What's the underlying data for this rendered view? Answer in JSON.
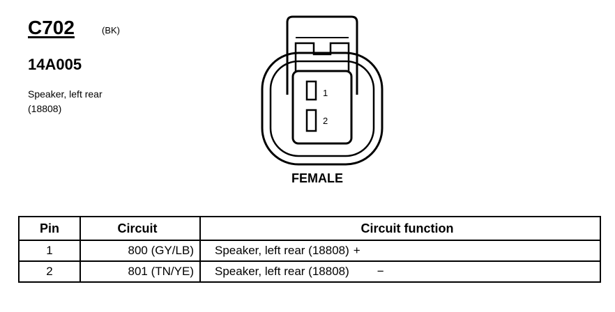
{
  "header": {
    "connector_id": "C702",
    "color_code": "(BK)",
    "part_number": "14A005",
    "description_line1": "Speaker, left rear",
    "description_line2": "(18808)"
  },
  "diagram": {
    "pin_labels": [
      "1",
      "2"
    ],
    "gender": "FEMALE"
  },
  "table": {
    "headers": [
      "Pin",
      "Circuit",
      "Circuit function"
    ],
    "rows": [
      {
        "pin": "1",
        "circuit": "800 (GY/LB)",
        "function": "Speaker, left rear (18808)",
        "sign": "+"
      },
      {
        "pin": "2",
        "circuit": "801 (TN/YE)",
        "function": "Speaker, left rear (18808)",
        "sign": "−"
      }
    ]
  }
}
